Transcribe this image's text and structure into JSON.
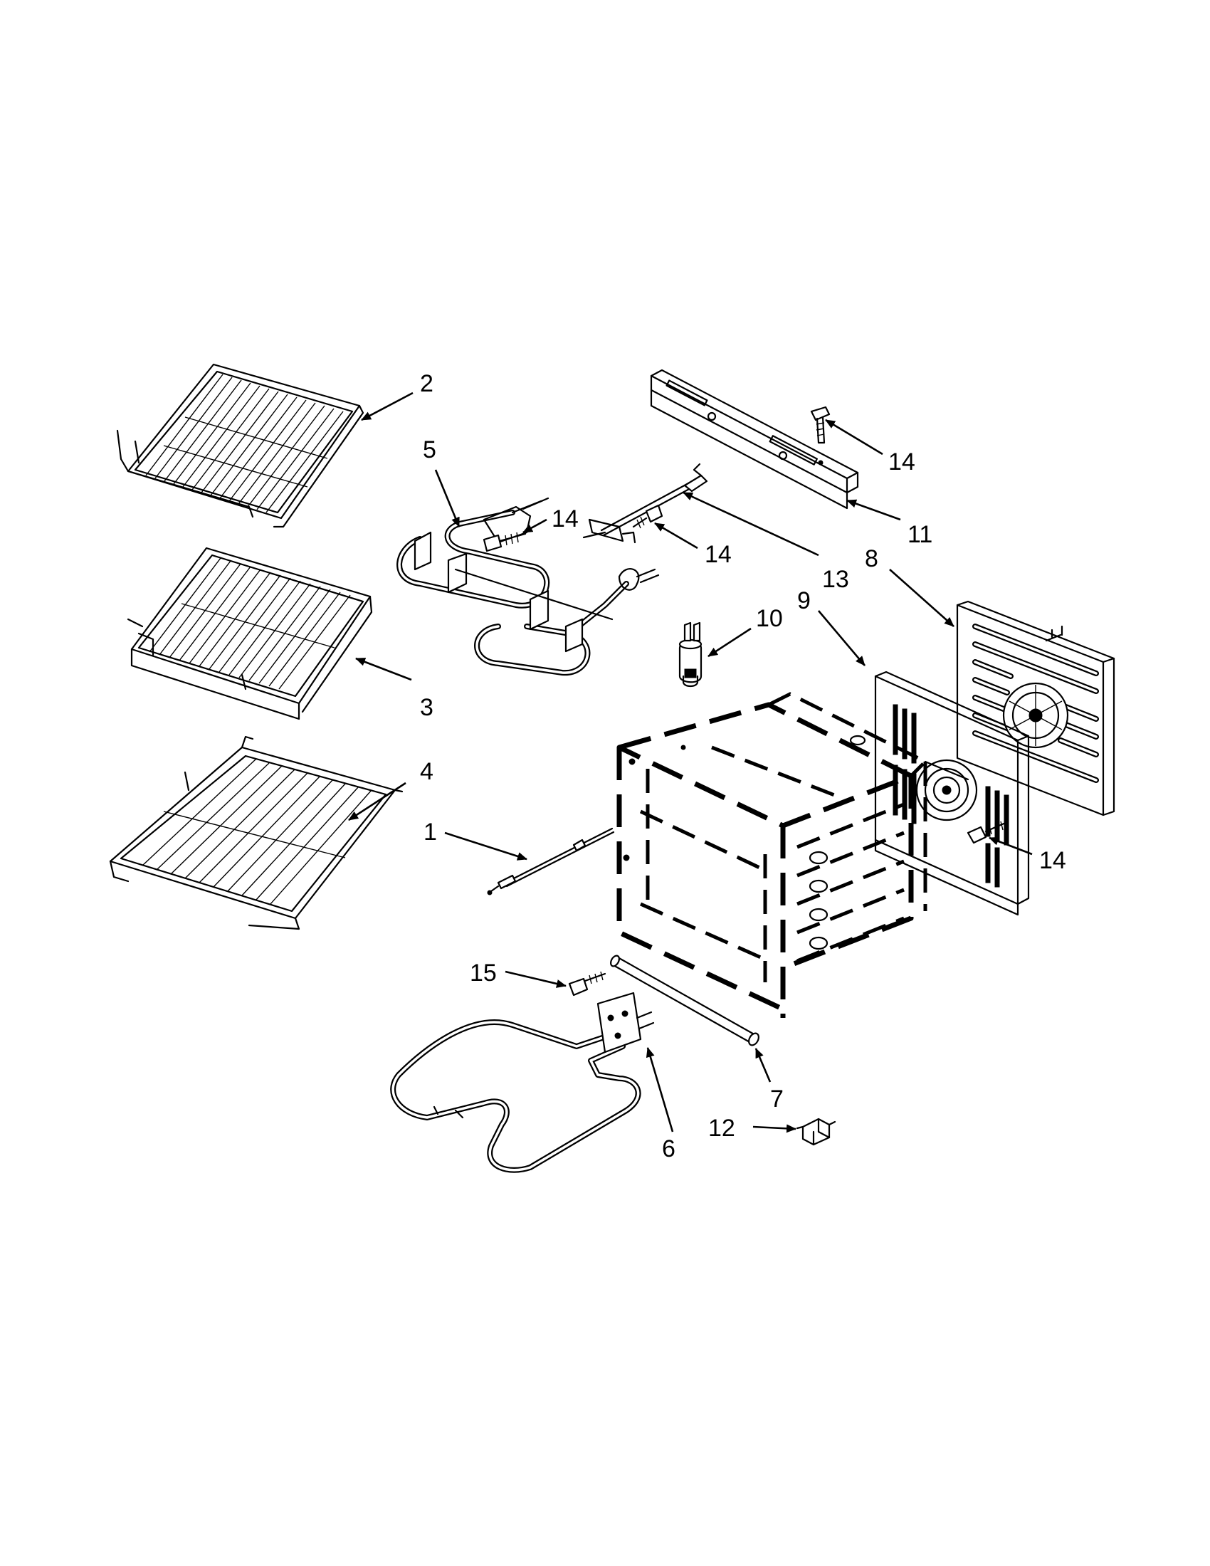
{
  "callouts": [
    {
      "id": "1",
      "label": "1"
    },
    {
      "id": "2",
      "label": "2"
    },
    {
      "id": "3",
      "label": "3"
    },
    {
      "id": "4",
      "label": "4"
    },
    {
      "id": "5",
      "label": "5"
    },
    {
      "id": "6",
      "label": "6"
    },
    {
      "id": "7",
      "label": "7"
    },
    {
      "id": "8",
      "label": "8"
    },
    {
      "id": "9",
      "label": "9"
    },
    {
      "id": "10",
      "label": "10"
    },
    {
      "id": "11",
      "label": "11"
    },
    {
      "id": "12",
      "label": "12"
    },
    {
      "id": "13",
      "label": "13"
    },
    {
      "id": "14a",
      "label": "14"
    },
    {
      "id": "14b",
      "label": "14"
    },
    {
      "id": "14c",
      "label": "14"
    },
    {
      "id": "14d",
      "label": "14"
    },
    {
      "id": "15",
      "label": "15"
    }
  ]
}
